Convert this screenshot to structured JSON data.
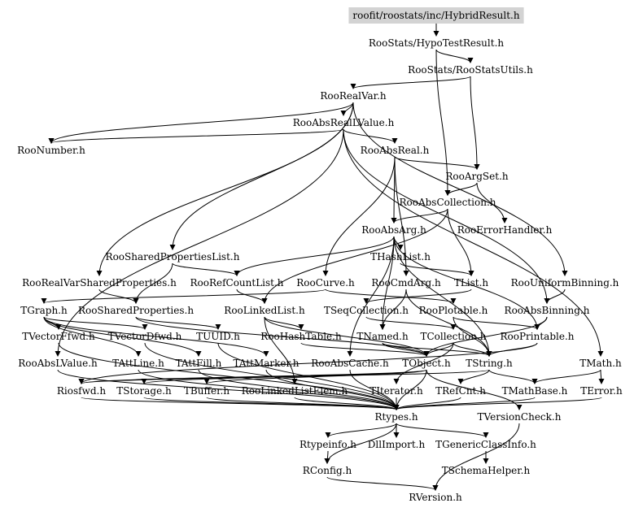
{
  "nodes": [
    {
      "id": "roofit/roostats/inc/HybridResult.h",
      "highlight": true
    },
    {
      "id": "RooStats/HypoTestResult.h"
    },
    {
      "id": "RooStats/RooStatsUtils.h"
    },
    {
      "id": "RooRealVar.h"
    },
    {
      "id": "RooAbsRealLValue.h"
    },
    {
      "id": "RooNumber.h"
    },
    {
      "id": "RooAbsReal.h"
    },
    {
      "id": "RooArgSet.h"
    },
    {
      "id": "RooAbsCollection.h"
    },
    {
      "id": "RooAbsArg.h"
    },
    {
      "id": "RooErrorHandler.h"
    },
    {
      "id": "RooSharedPropertiesList.h"
    },
    {
      "id": "THashList.h"
    },
    {
      "id": "RooRealVarSharedProperties.h"
    },
    {
      "id": "RooRefCountList.h"
    },
    {
      "id": "RooCurve.h"
    },
    {
      "id": "RooCmdArg.h"
    },
    {
      "id": "TList.h"
    },
    {
      "id": "RooUniformBinning.h"
    },
    {
      "id": "TGraph.h"
    },
    {
      "id": "RooSharedProperties.h"
    },
    {
      "id": "RooLinkedList.h"
    },
    {
      "id": "TSeqCollection.h"
    },
    {
      "id": "RooPlotable.h"
    },
    {
      "id": "RooAbsBinning.h"
    },
    {
      "id": "TVectorFfwd.h"
    },
    {
      "id": "TVectorDfwd.h"
    },
    {
      "id": "TUUID.h"
    },
    {
      "id": "RooHashTable.h"
    },
    {
      "id": "TNamed.h"
    },
    {
      "id": "TCollection.h"
    },
    {
      "id": "RooPrintable.h"
    },
    {
      "id": "RooAbsLValue.h"
    },
    {
      "id": "TAttLine.h"
    },
    {
      "id": "TAttFill.h"
    },
    {
      "id": "TAttMarker.h"
    },
    {
      "id": "RooAbsCache.h"
    },
    {
      "id": "TObject.h"
    },
    {
      "id": "TString.h"
    },
    {
      "id": "TMath.h"
    },
    {
      "id": "Riosfwd.h"
    },
    {
      "id": "TStorage.h"
    },
    {
      "id": "TBuffer.h"
    },
    {
      "id": "RooLinkedListElem.h"
    },
    {
      "id": "TIterator.h"
    },
    {
      "id": "TRefCnt.h"
    },
    {
      "id": "TMathBase.h"
    },
    {
      "id": "TError.h"
    },
    {
      "id": "Rtypes.h"
    },
    {
      "id": "TVersionCheck.h"
    },
    {
      "id": "Rtypeinfo.h"
    },
    {
      "id": "DllImport.h"
    },
    {
      "id": "TGenericClassInfo.h"
    },
    {
      "id": "RConfig.h"
    },
    {
      "id": "TSchemaHelper.h"
    },
    {
      "id": "RVersion.h"
    }
  ],
  "edges": [
    [
      "roofit/roostats/inc/HybridResult.h",
      "RooStats/HypoTestResult.h"
    ],
    [
      "RooStats/HypoTestResult.h",
      "RooStats/RooStatsUtils.h"
    ],
    [
      "RooStats/HypoTestResult.h",
      "RooAbsCollection.h"
    ],
    [
      "RooStats/RooStatsUtils.h",
      "RooRealVar.h"
    ],
    [
      "RooStats/RooStatsUtils.h",
      "RooArgSet.h"
    ],
    [
      "RooRealVar.h",
      "RooAbsRealLValue.h"
    ],
    [
      "RooRealVar.h",
      "RooNumber.h"
    ],
    [
      "RooRealVar.h",
      "RooSharedPropertiesList.h"
    ],
    [
      "RooRealVar.h",
      "RooRealVarSharedProperties.h"
    ],
    [
      "RooRealVar.h",
      "RooUniformBinning.h"
    ],
    [
      "RooAbsRealLValue.h",
      "RooNumber.h"
    ],
    [
      "RooAbsRealLValue.h",
      "RooAbsReal.h"
    ],
    [
      "RooAbsRealLValue.h",
      "RooAbsLValue.h"
    ],
    [
      "RooAbsRealLValue.h",
      "RooAbsBinning.h"
    ],
    [
      "RooAbsRealLValue.h",
      "TMath.h"
    ],
    [
      "RooAbsReal.h",
      "RooArgSet.h"
    ],
    [
      "RooAbsReal.h",
      "RooAbsArg.h"
    ],
    [
      "RooAbsReal.h",
      "RooCmdArg.h"
    ],
    [
      "RooAbsReal.h",
      "RooCurve.h"
    ],
    [
      "RooArgSet.h",
      "RooAbsCollection.h"
    ],
    [
      "RooArgSet.h",
      "RooErrorHandler.h"
    ],
    [
      "RooAbsCollection.h",
      "RooAbsArg.h"
    ],
    [
      "RooAbsCollection.h",
      "TList.h"
    ],
    [
      "RooAbsCollection.h",
      "RooLinkedList.h"
    ],
    [
      "RooAbsArg.h",
      "THashList.h"
    ],
    [
      "RooAbsArg.h",
      "RooRefCountList.h"
    ],
    [
      "RooAbsArg.h",
      "RooPrintable.h"
    ],
    [
      "RooAbsArg.h",
      "TNamed.h"
    ],
    [
      "RooAbsArg.h",
      "TString.h"
    ],
    [
      "RooAbsArg.h",
      "RooAbsCache.h"
    ],
    [
      "THashList.h",
      "TList.h"
    ],
    [
      "TList.h",
      "TSeqCollection.h"
    ],
    [
      "TSeqCollection.h",
      "TCollection.h"
    ],
    [
      "TCollection.h",
      "TObject.h"
    ],
    [
      "TCollection.h",
      "TIterator.h"
    ],
    [
      "TCollection.h",
      "TString.h"
    ],
    [
      "RooSharedPropertiesList.h",
      "RooRefCountList.h"
    ],
    [
      "RooSharedPropertiesList.h",
      "RooSharedProperties.h"
    ],
    [
      "RooRealVarSharedProperties.h",
      "RooSharedProperties.h"
    ],
    [
      "RooSharedProperties.h",
      "TUUID.h"
    ],
    [
      "RooSharedProperties.h",
      "TObject.h"
    ],
    [
      "RooRefCountList.h",
      "RooLinkedList.h"
    ],
    [
      "RooLinkedList.h",
      "RooHashTable.h"
    ],
    [
      "RooLinkedList.h",
      "RooLinkedListElem.h"
    ],
    [
      "RooLinkedList.h",
      "TObject.h"
    ],
    [
      "RooHashTable.h",
      "TObject.h"
    ],
    [
      "RooCurve.h",
      "TGraph.h"
    ],
    [
      "RooCurve.h",
      "RooPlotable.h"
    ],
    [
      "RooCmdArg.h",
      "TNamed.h"
    ],
    [
      "RooCmdArg.h",
      "TString.h"
    ],
    [
      "RooPlotable.h",
      "RooPrintable.h"
    ],
    [
      "RooPlotable.h",
      "TString.h"
    ],
    [
      "RooUniformBinning.h",
      "RooAbsBinning.h"
    ],
    [
      "RooAbsBinning.h",
      "RooPrintable.h"
    ],
    [
      "RooAbsBinning.h",
      "TObject.h"
    ],
    [
      "RooPrintable.h",
      "TString.h"
    ],
    [
      "RooPrintable.h",
      "Riosfwd.h"
    ],
    [
      "TGraph.h",
      "TVectorFfwd.h"
    ],
    [
      "TGraph.h",
      "TVectorDfwd.h"
    ],
    [
      "TGraph.h",
      "TAttLine.h"
    ],
    [
      "TGraph.h",
      "TAttFill.h"
    ],
    [
      "TGraph.h",
      "TAttMarker.h"
    ],
    [
      "TNamed.h",
      "TObject.h"
    ],
    [
      "TNamed.h",
      "TString.h"
    ],
    [
      "TUUID.h",
      "Rtypes.h"
    ],
    [
      "TVectorFfwd.h",
      "Rtypes.h"
    ],
    [
      "TVectorDfwd.h",
      "Rtypes.h"
    ],
    [
      "RooAbsLValue.h",
      "Rtypes.h"
    ],
    [
      "TAttLine.h",
      "Rtypes.h"
    ],
    [
      "TAttFill.h",
      "Rtypes.h"
    ],
    [
      "TAttMarker.h",
      "Rtypes.h"
    ],
    [
      "RooAbsCache.h",
      "Rtypes.h"
    ],
    [
      "TObject.h",
      "Rtypes.h"
    ],
    [
      "TObject.h",
      "TStorage.h"
    ],
    [
      "TObject.h",
      "TBuffer.h"
    ],
    [
      "TObject.h",
      "Riosfwd.h"
    ],
    [
      "TObject.h",
      "TVersionCheck.h"
    ],
    [
      "TString.h",
      "TRefCnt.h"
    ],
    [
      "TString.h",
      "TMathBase.h"
    ],
    [
      "TString.h",
      "Riosfwd.h"
    ],
    [
      "TMath.h",
      "TMathBase.h"
    ],
    [
      "TMath.h",
      "TError.h"
    ],
    [
      "TStorage.h",
      "Rtypes.h"
    ],
    [
      "TBuffer.h",
      "Rtypes.h"
    ],
    [
      "RooLinkedListElem.h",
      "Rtypes.h"
    ],
    [
      "TIterator.h",
      "Rtypes.h"
    ],
    [
      "TRefCnt.h",
      "Rtypes.h"
    ],
    [
      "TMathBase.h",
      "Rtypes.h"
    ],
    [
      "TError.h",
      "Rtypes.h"
    ],
    [
      "Riosfwd.h",
      "Rtypes.h"
    ],
    [
      "Rtypes.h",
      "Rtypeinfo.h"
    ],
    [
      "Rtypes.h",
      "DllImport.h"
    ],
    [
      "Rtypes.h",
      "TGenericClassInfo.h"
    ],
    [
      "Rtypes.h",
      "RConfig.h"
    ],
    [
      "Rtypeinfo.h",
      "RConfig.h"
    ],
    [
      "TGenericClassInfo.h",
      "TSchemaHelper.h"
    ],
    [
      "RConfig.h",
      "RVersion.h"
    ],
    [
      "TVersionCheck.h",
      "RVersion.h"
    ]
  ]
}
